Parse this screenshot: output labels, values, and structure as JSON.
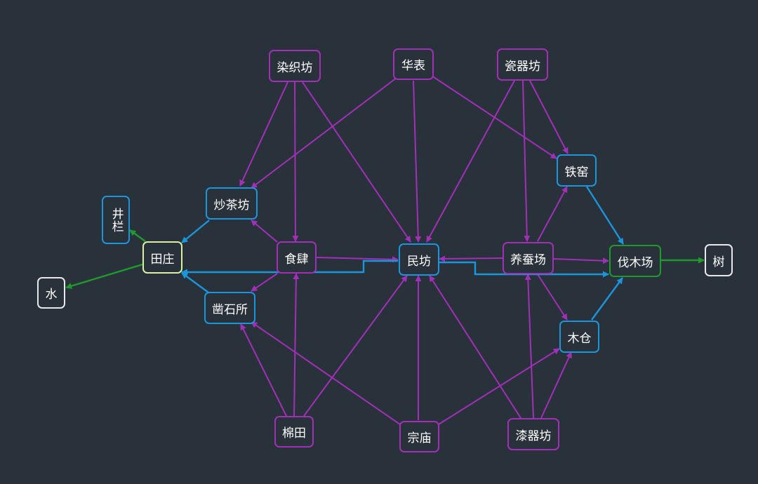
{
  "colors": {
    "background": "#29323a",
    "purple": "#a22fb8",
    "blue": "#1b96dc",
    "green": "#1f9a2c",
    "light": "#d8f2a0",
    "white": "#e8e8e8"
  },
  "nodes": {
    "ranzhifang": "染织坊",
    "huabiao": "华表",
    "ciqifang": "瓷器坊",
    "tieyao": "铁窑",
    "chaochafang": "炒茶坊",
    "jinglan": "井栏",
    "tianzhuang": "田庄",
    "shisi": "食肆",
    "minfang": "民坊",
    "yangcanchang": "养蚕场",
    "famuchang": "伐木场",
    "shu": "树",
    "shui": "水",
    "zaoshisuo": "凿石所",
    "mucang": "木仓",
    "miantian": "棉田",
    "zongmiao": "宗庙",
    "qiqifang": "漆器坊"
  }
}
